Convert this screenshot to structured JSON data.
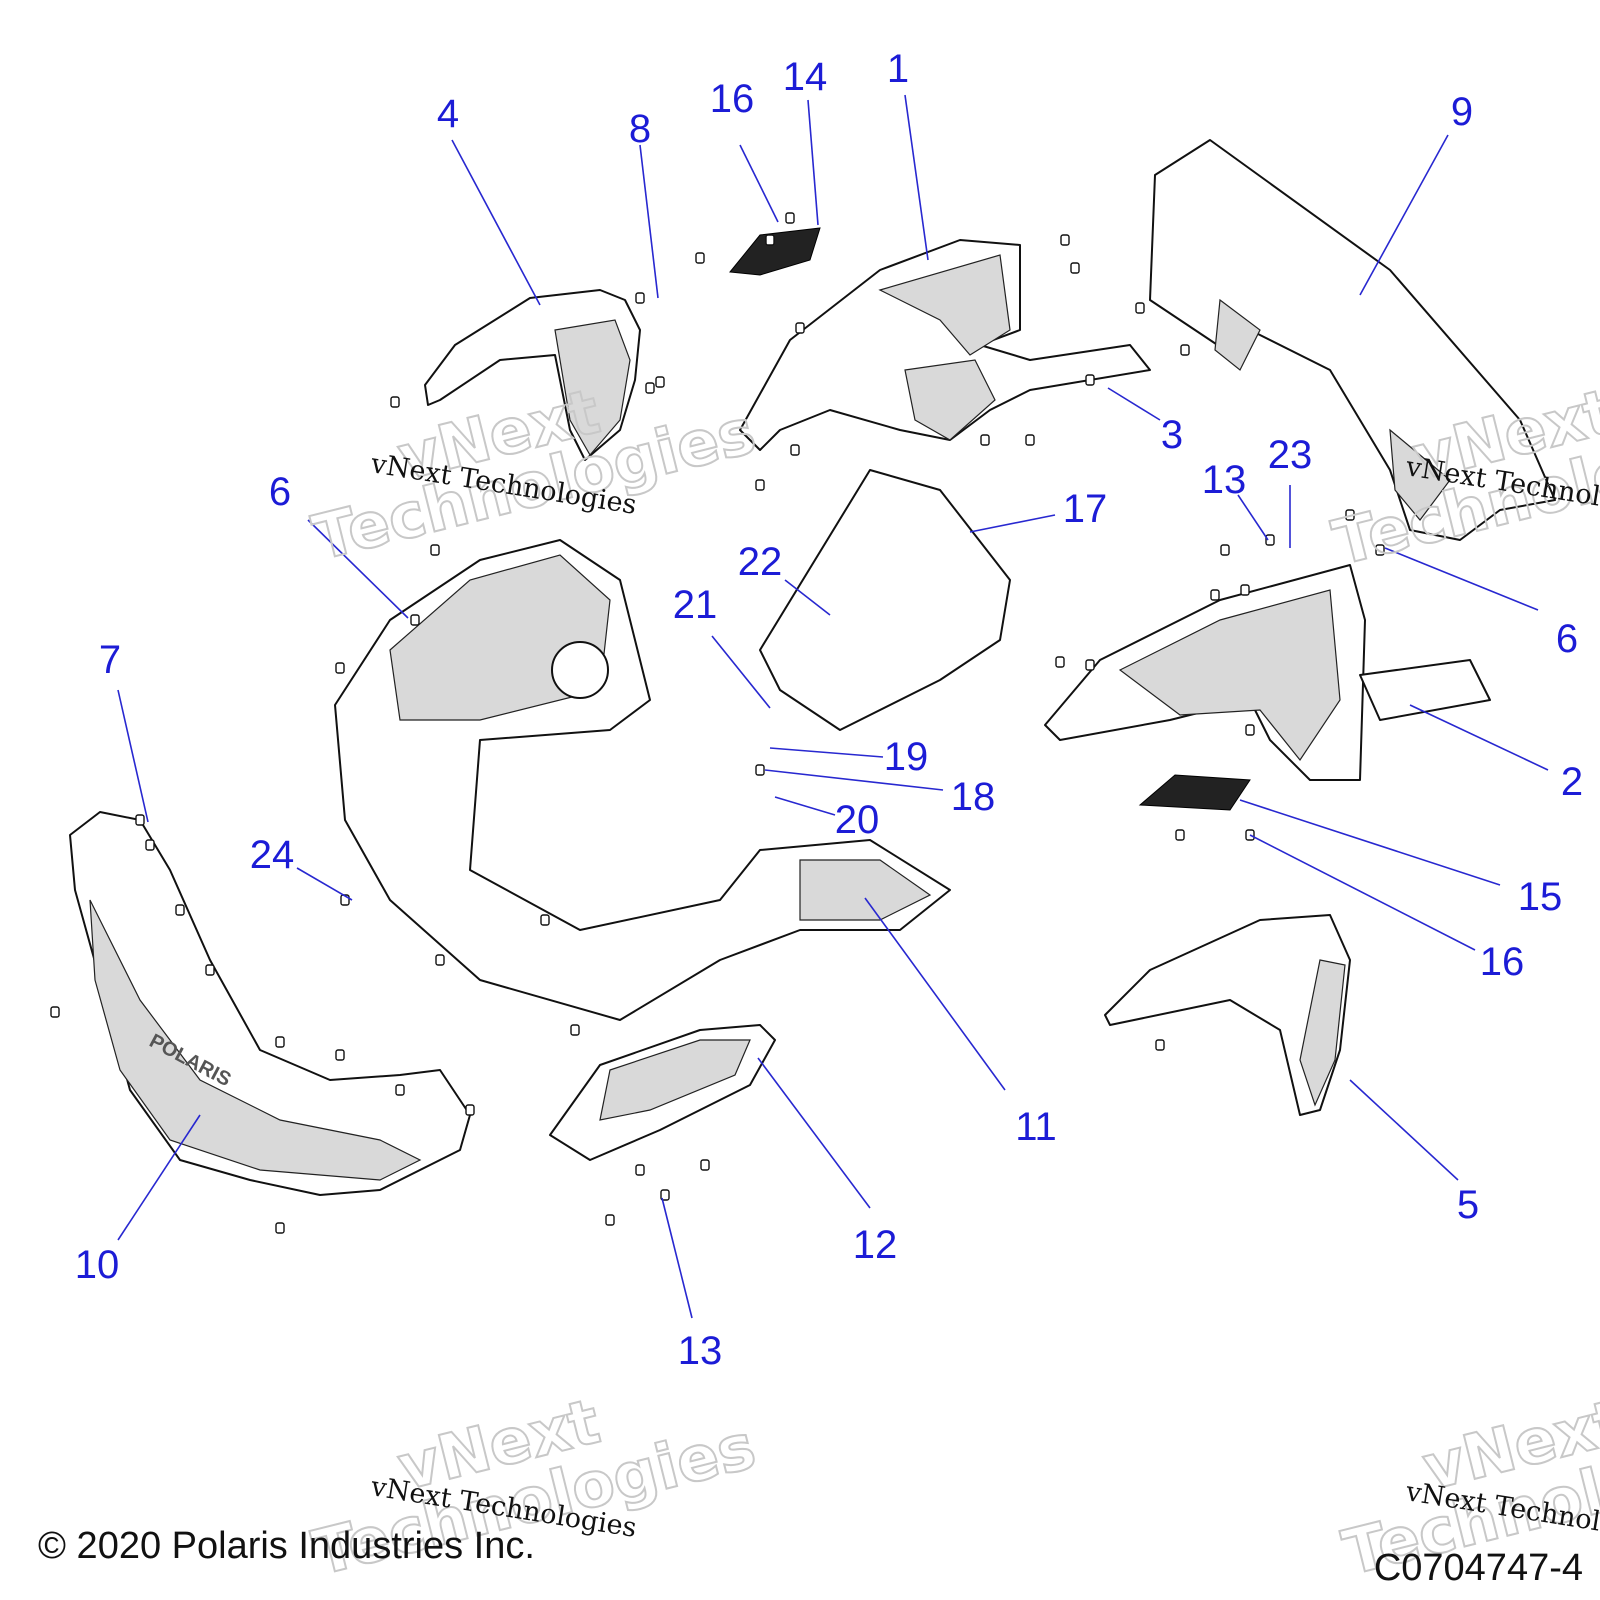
{
  "callouts": [
    {
      "label": "1"
    },
    {
      "label": "2"
    },
    {
      "label": "3"
    },
    {
      "label": "4"
    },
    {
      "label": "5"
    },
    {
      "label": "6"
    },
    {
      "label": "6"
    },
    {
      "label": "7"
    },
    {
      "label": "8"
    },
    {
      "label": "9"
    },
    {
      "label": "10"
    },
    {
      "label": "11"
    },
    {
      "label": "12"
    },
    {
      "label": "13"
    },
    {
      "label": "13"
    },
    {
      "label": "14"
    },
    {
      "label": "15"
    },
    {
      "label": "16"
    },
    {
      "label": "16"
    },
    {
      "label": "17"
    },
    {
      "label": "18"
    },
    {
      "label": "19"
    },
    {
      "label": "20"
    },
    {
      "label": "21"
    },
    {
      "label": "22"
    },
    {
      "label": "23"
    },
    {
      "label": "24"
    }
  ],
  "watermark": {
    "large_line1": "vNext",
    "large_line2": "Technologies",
    "small": "vNext Technologies"
  },
  "copyright": "© 2020 Polaris Industries Inc.",
  "drawing_number": "C0704747-4",
  "bumper_logo": "POLARIS"
}
